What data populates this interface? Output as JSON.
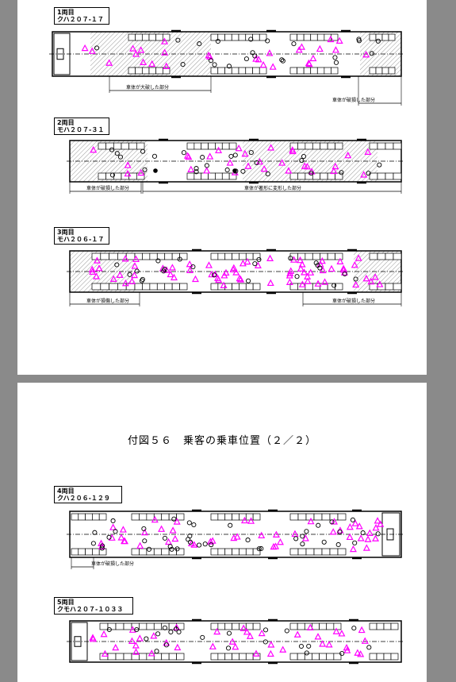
{
  "page_title": "付図５６　乗客の乗車位置（２／２）",
  "cars": [
    {
      "number": "1両目",
      "type": "クハ２０７-１７",
      "damage_labels": [
        "車体が大破した部分",
        "車体が破損した部分"
      ]
    },
    {
      "number": "2両目",
      "type": "モハ２０７-３１",
      "damage_labels": [
        "車体が破損した部分",
        "車体が著形に変形した部分"
      ]
    },
    {
      "number": "3両目",
      "type": "モハ２０６-１７",
      "damage_labels": [
        "車体が損傷した部分",
        "車体が破損した部分"
      ]
    },
    {
      "number": "4両目",
      "type": "クハ２０６-１２９",
      "damage_labels": [
        "車体が破損した部分"
      ]
    },
    {
      "number": "5両目",
      "type": "クモハ２０７-１０３３",
      "damage_labels": []
    }
  ],
  "colors": {
    "triangle": "#ff00ff",
    "circle": "#000000",
    "hatch": "#999999",
    "page_bg": "#ffffff",
    "viewer_bg": "#8a8a8a"
  },
  "icons": {
    "triangle": "magenta-triangle-marker",
    "circle": "black-circle-marker",
    "filled": "black-dot-marker"
  }
}
